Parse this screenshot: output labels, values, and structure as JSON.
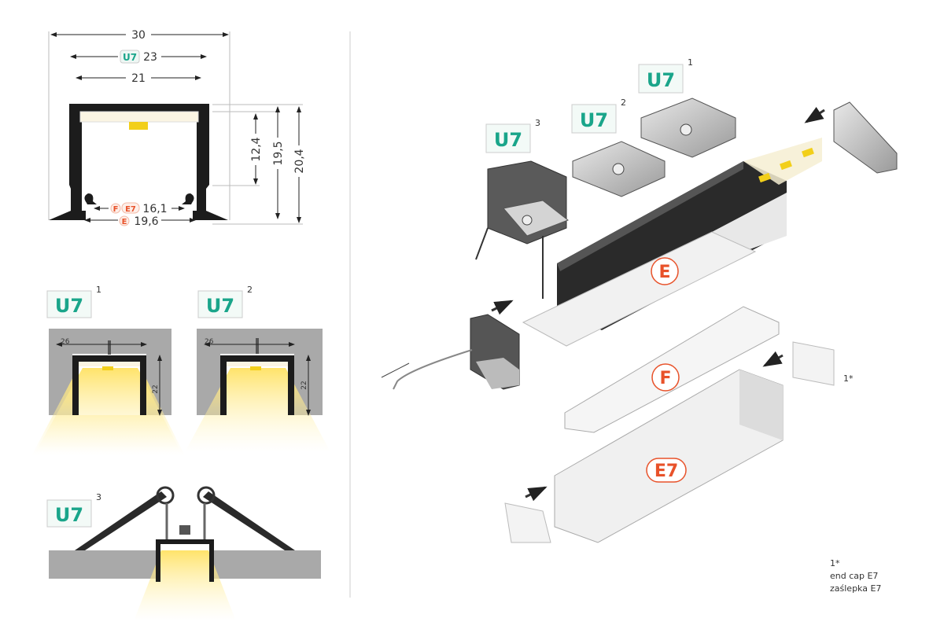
{
  "colors": {
    "u7": "#1aa58a",
    "accent": "#e8522a",
    "profile": "#1c1c1c",
    "wall": "#a9a9a9"
  },
  "cross_section": {
    "width_total": "30",
    "badge": "U7",
    "width_u7": "23",
    "width_inner": "21",
    "height_led": "12,4",
    "height_mid": "19,5",
    "height_total": "20,4",
    "badge_f": "F",
    "badge_e7": "E7",
    "width_f_e7": "16,1",
    "badge_e": "E",
    "width_e": "19,6"
  },
  "mount_variants": [
    {
      "badge": "U7",
      "sup": "1",
      "dim_w": "26",
      "dim_h": "22"
    },
    {
      "badge": "U7",
      "sup": "2",
      "dim_w": "26",
      "dim_h": "22"
    },
    {
      "badge": "U7",
      "sup": "3"
    }
  ],
  "exploded": {
    "clip_labels": [
      {
        "badge": "U7",
        "sup": "3"
      },
      {
        "badge": "U7",
        "sup": "2"
      },
      {
        "badge": "U7",
        "sup": "1"
      }
    ],
    "diffuser_e": "E",
    "diffuser_f": "F",
    "diffuser_e7": "E7",
    "end_cap_marker": "1*",
    "note": {
      "marker": "1*",
      "line1": "end cap E7",
      "line2": "zaślepka E7"
    }
  }
}
